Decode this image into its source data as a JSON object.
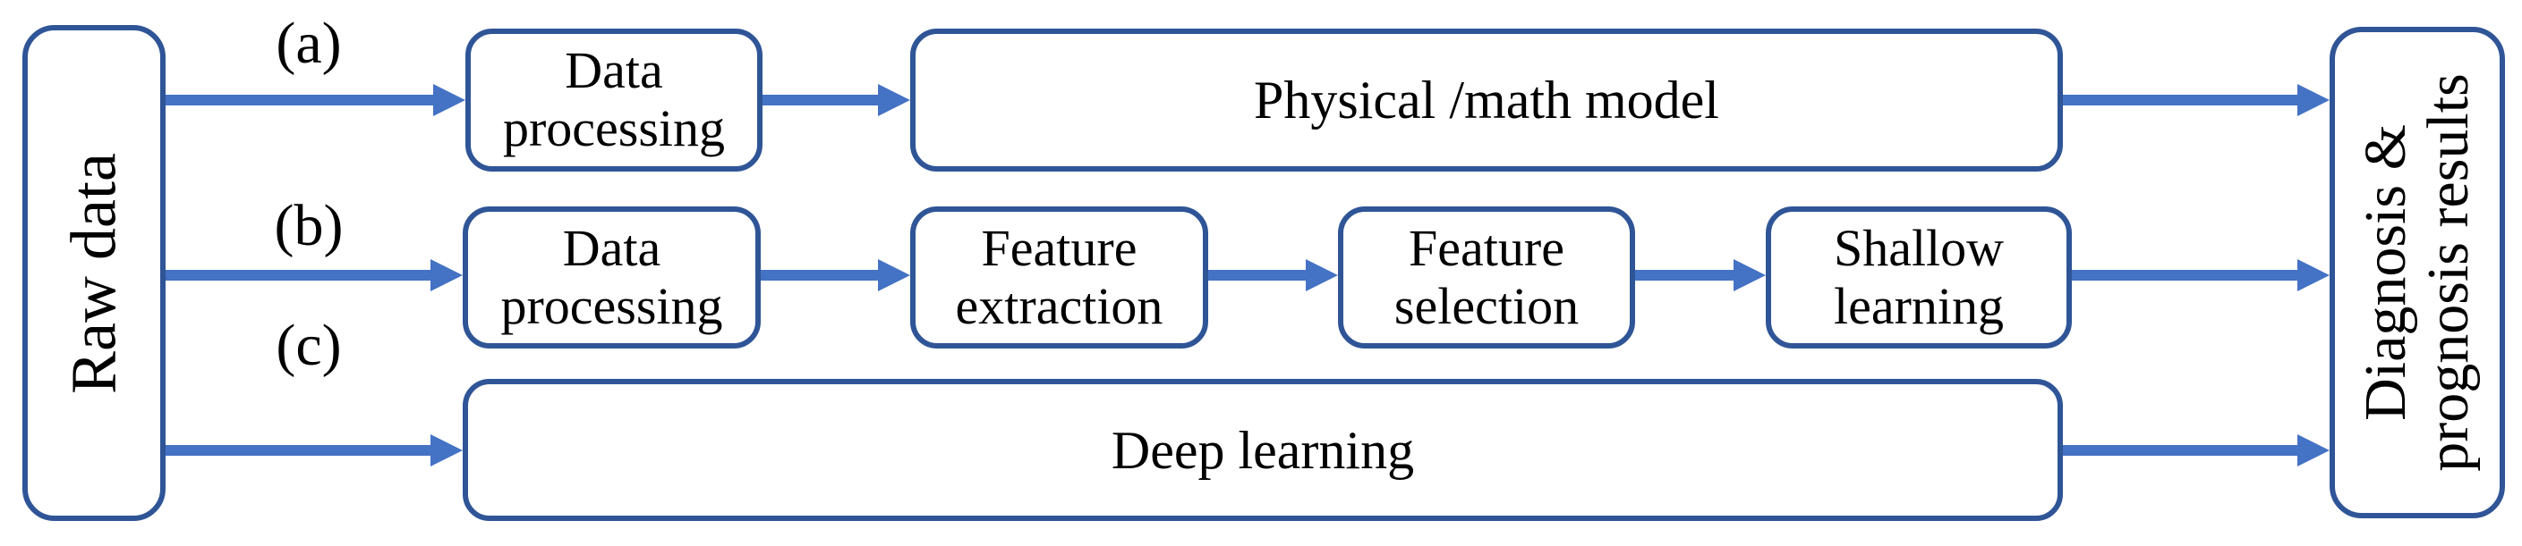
{
  "colors": {
    "box_border": "#2F5597",
    "arrow": "#4472C4",
    "text": "#000000",
    "background": "#FFFFFF"
  },
  "source_box": {
    "label": "Raw data"
  },
  "result_box": {
    "lines": [
      "Diagnosis &",
      "prognosis results"
    ]
  },
  "rows": [
    {
      "tag": "(a)",
      "boxes": [
        {
          "label": "Data processing"
        },
        {
          "label": "Physical /math model"
        }
      ]
    },
    {
      "tag": "(b)",
      "boxes": [
        {
          "label": "Data processing"
        },
        {
          "label": "Feature extraction"
        },
        {
          "label": "Feature selection"
        },
        {
          "label": "Shallow learning"
        }
      ]
    },
    {
      "tag": "(c)",
      "boxes": [
        {
          "label": "Deep learning"
        }
      ]
    }
  ]
}
